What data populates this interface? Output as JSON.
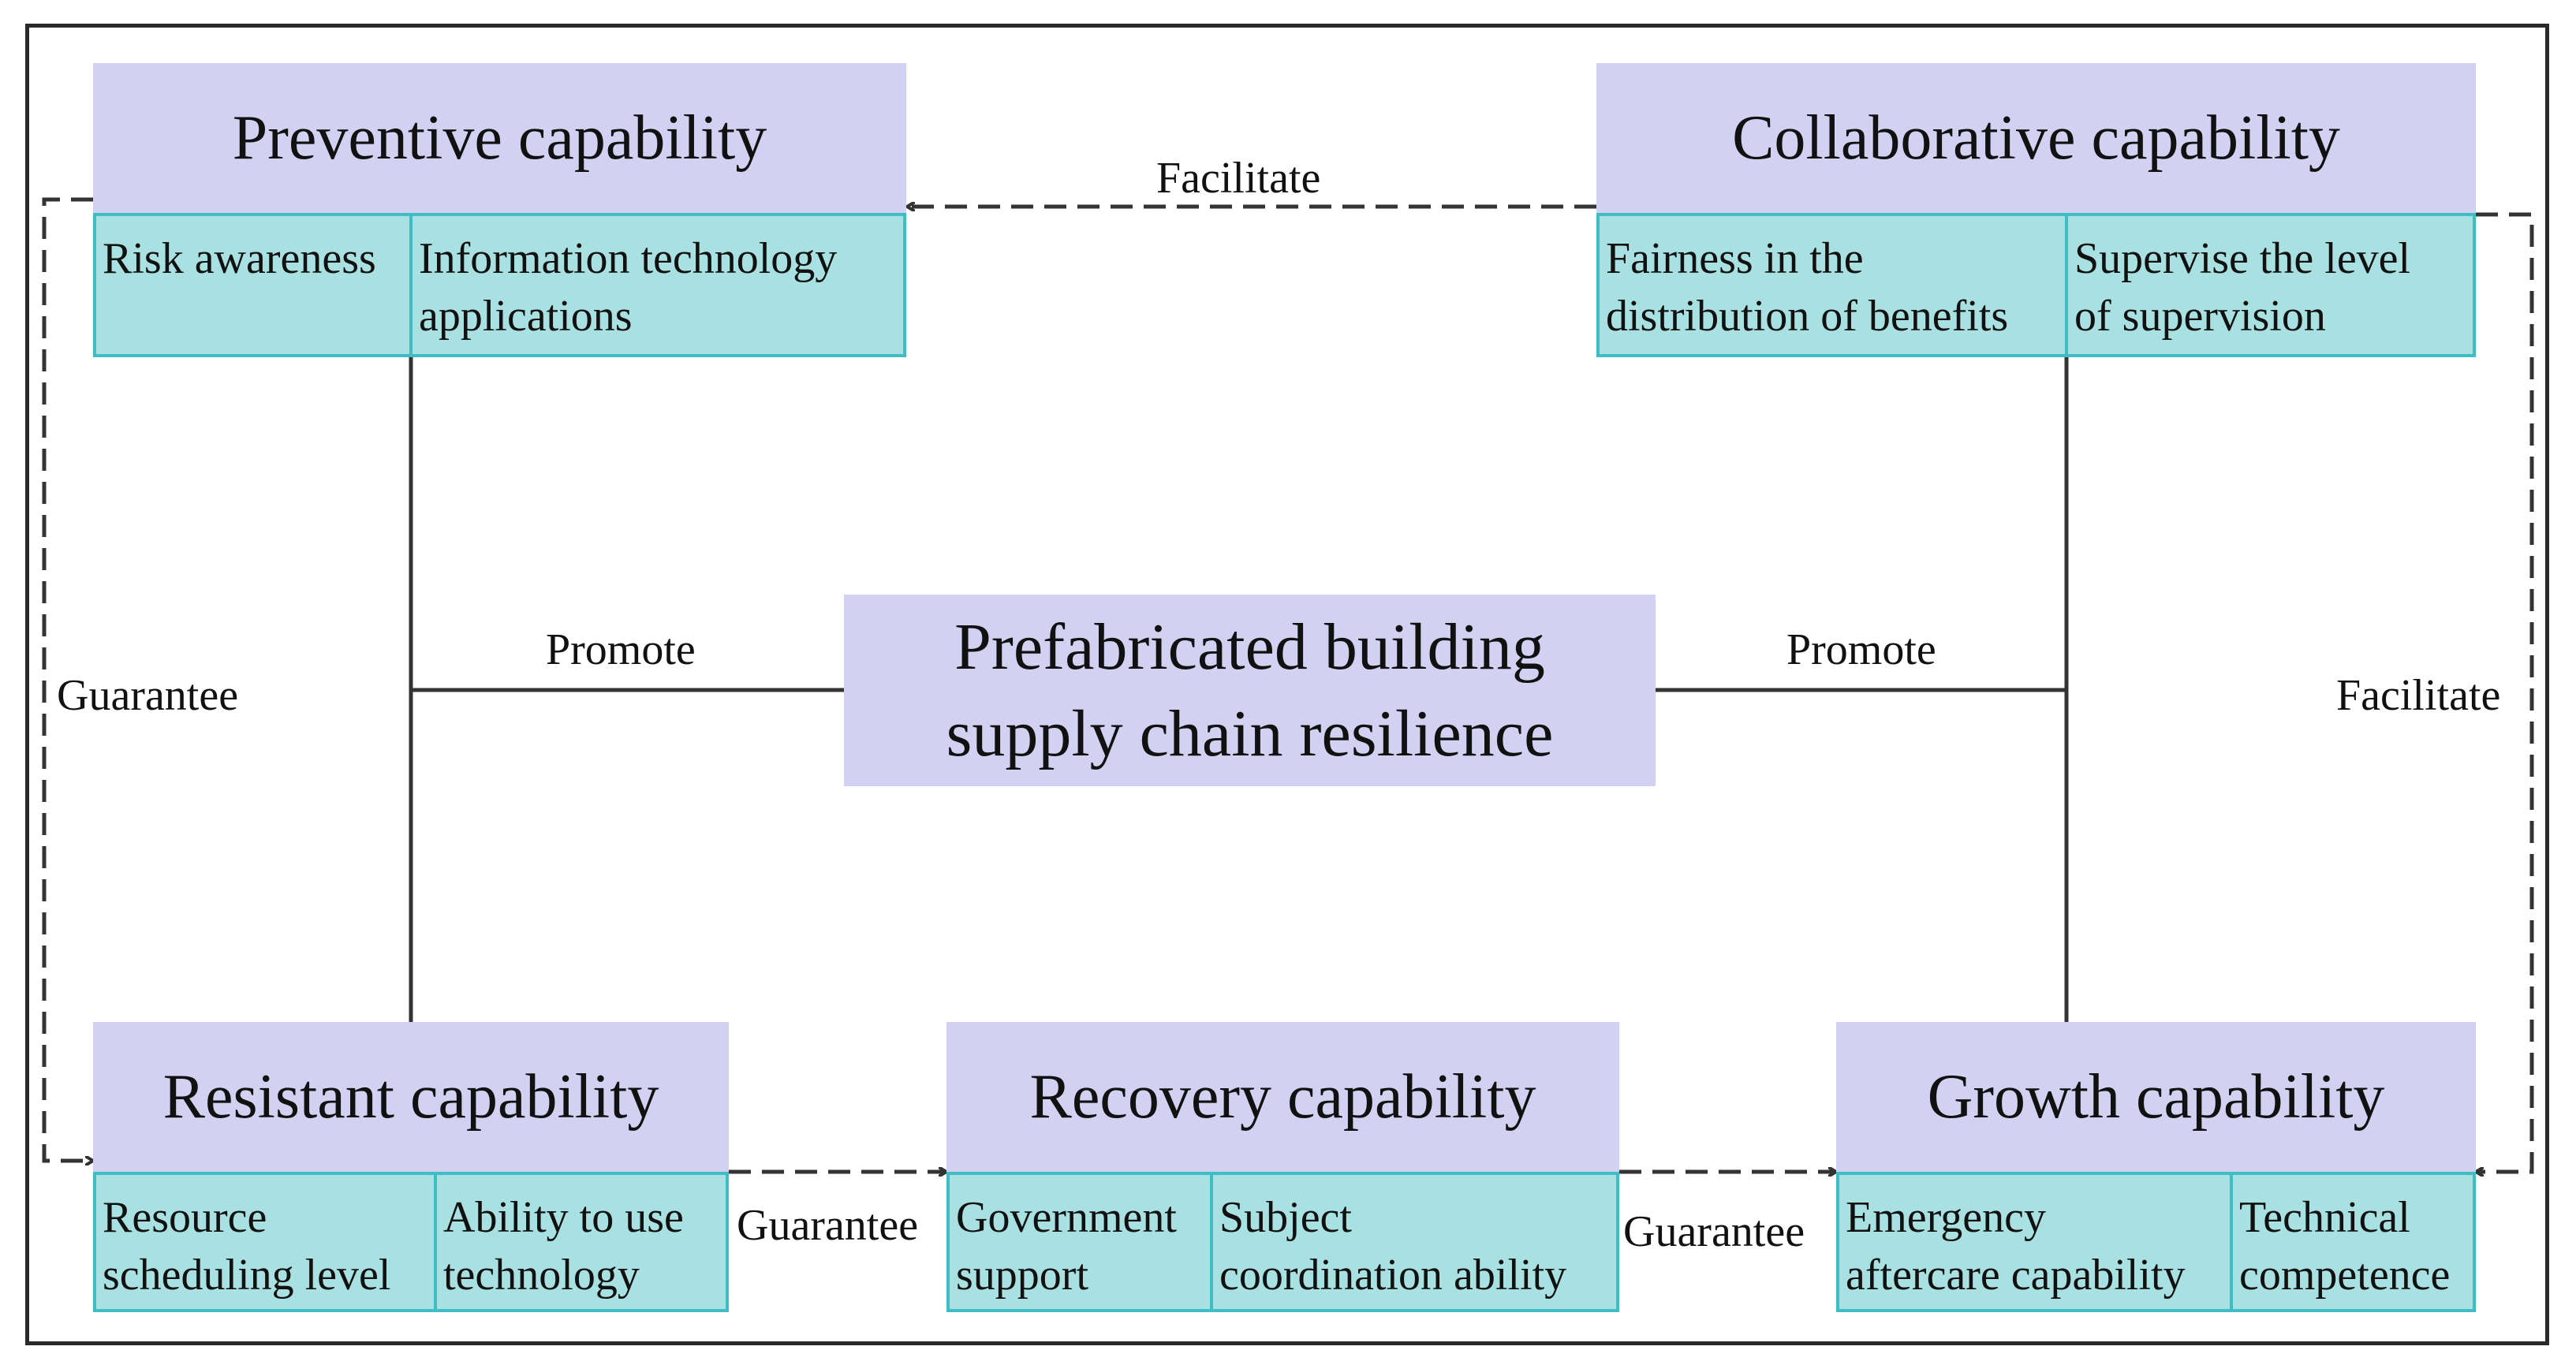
{
  "center": {
    "title": "Prefabricated building\nsupply chain resilience"
  },
  "boxes": {
    "preventive": {
      "title": "Preventive capability",
      "items": [
        "Risk awareness",
        "Information technology\napplications"
      ]
    },
    "collaborative": {
      "title": "Collaborative capability",
      "items": [
        "Fairness in the\ndistribution of benefits",
        "Supervise the level\nof supervision"
      ]
    },
    "resistant": {
      "title": "Resistant capability",
      "items": [
        "Resource\nscheduling level",
        "Ability to use\ntechnology"
      ]
    },
    "recovery": {
      "title": "Recovery capability",
      "items": [
        "Government\nsupport",
        "Subject\ncoordination ability"
      ]
    },
    "growth": {
      "title": "Growth capability",
      "items": [
        "Emergency\naftercare capability",
        "Technical\ncompetence"
      ]
    }
  },
  "labels": {
    "facilitate_top": "Facilitate",
    "facilitate_right": "Facilitate",
    "guarantee_left": "Guarantee",
    "guarantee_bottom_1": "Guarantee",
    "guarantee_bottom_2": "Guarantee",
    "promote_left": "Promote",
    "promote_right": "Promote"
  }
}
